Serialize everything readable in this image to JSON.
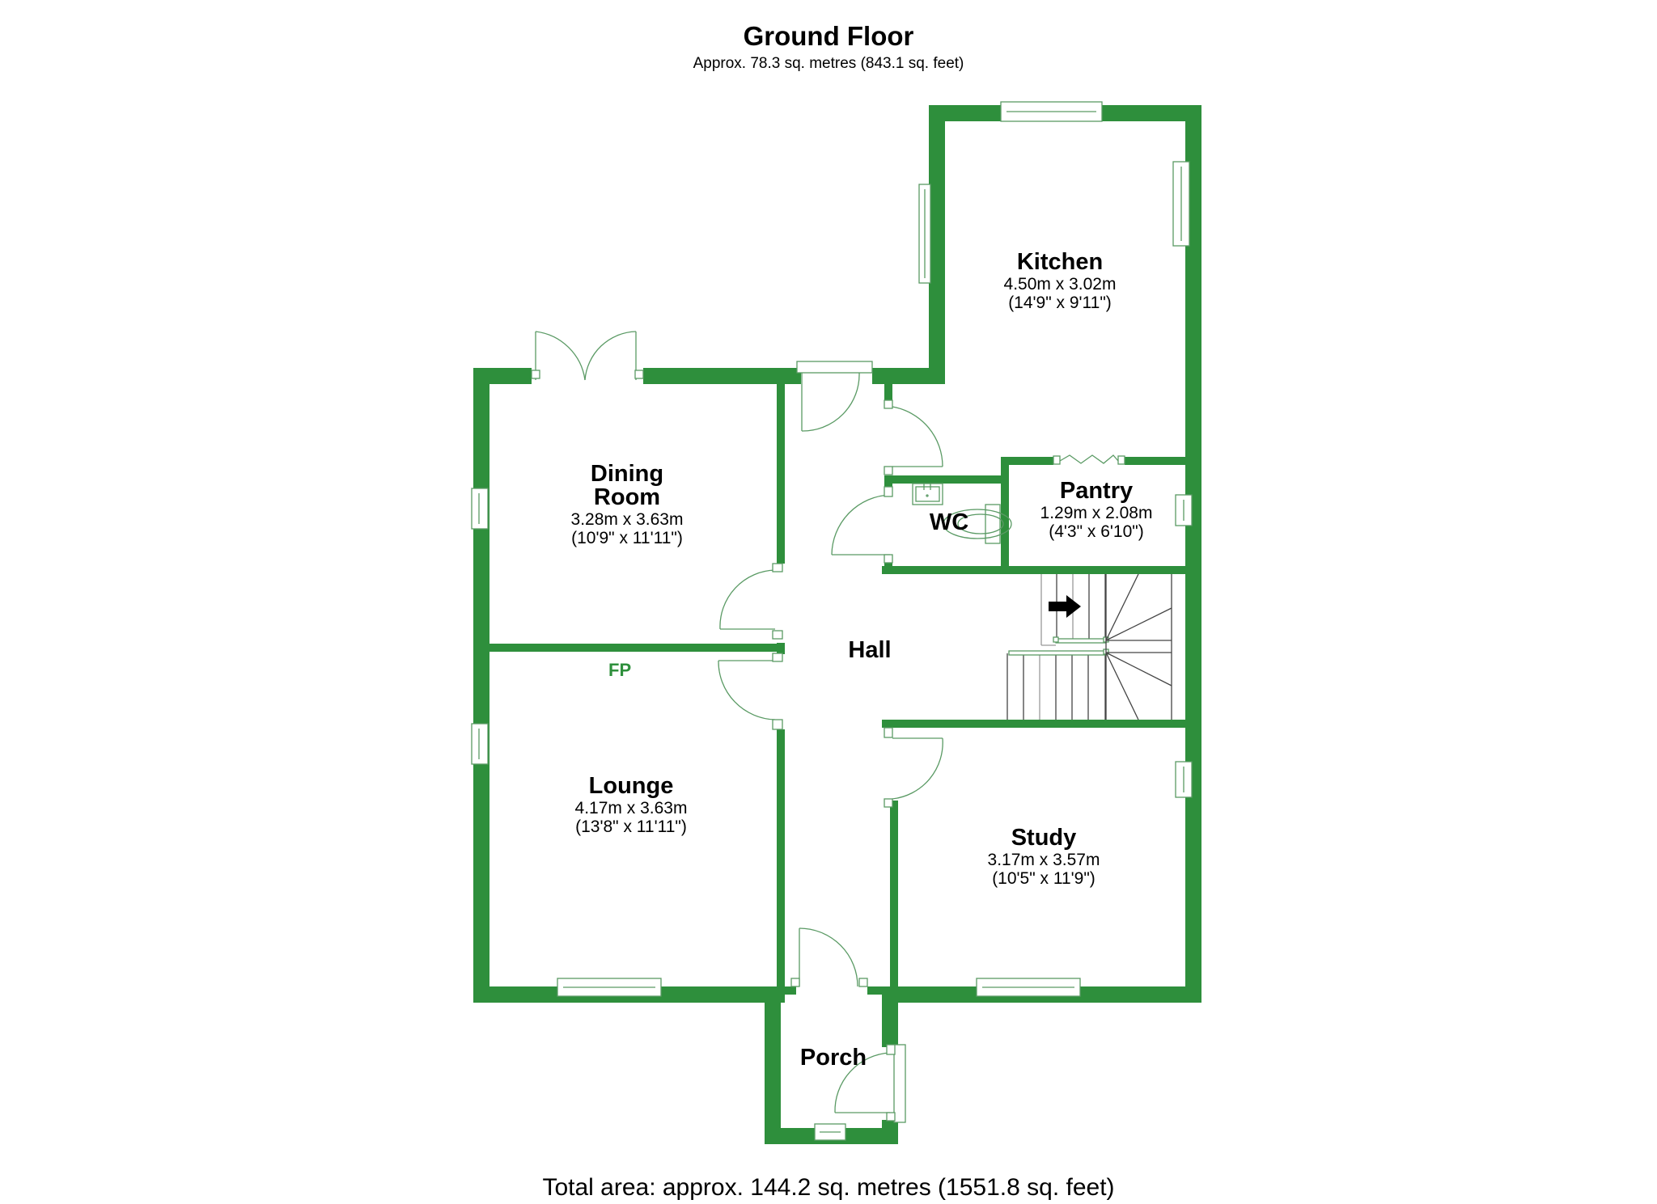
{
  "header": {
    "title": "Ground Floor",
    "subtitle": "Approx. 78.3 sq. metres (843.1 sq. feet)"
  },
  "footer": {
    "total_area": "Total area: approx. 144.2 sq. metres (1551.8 sq. feet)"
  },
  "colors": {
    "wall": "#2E8F3C",
    "fixture_line": "#5A9A64",
    "text": "#000000",
    "background": "#FFFFFF"
  },
  "rooms": {
    "kitchen": {
      "name": "Kitchen",
      "metric": "4.50m x 3.02m",
      "imperial": "(14'9\" x 9'11\")"
    },
    "dining": {
      "name_line1": "Dining",
      "name_line2": "Room",
      "metric": "3.28m x 3.63m",
      "imperial": "(10'9\" x 11'11\")"
    },
    "wc": {
      "name": "WC"
    },
    "pantry": {
      "name": "Pantry",
      "metric": "1.29m x 2.08m",
      "imperial": "(4'3\" x 6'10\")"
    },
    "hall": {
      "name": "Hall"
    },
    "lounge": {
      "name": "Lounge",
      "metric": "4.17m x 3.63m",
      "imperial": "(13'8\" x 11'11\")"
    },
    "study": {
      "name": "Study",
      "metric": "3.17m x 3.57m",
      "imperial": "(10'5\" x 11'9\")"
    },
    "porch": {
      "name": "Porch"
    }
  },
  "annotations": {
    "fireplace": "FP",
    "stairs_direction": "arrow-right-icon"
  }
}
